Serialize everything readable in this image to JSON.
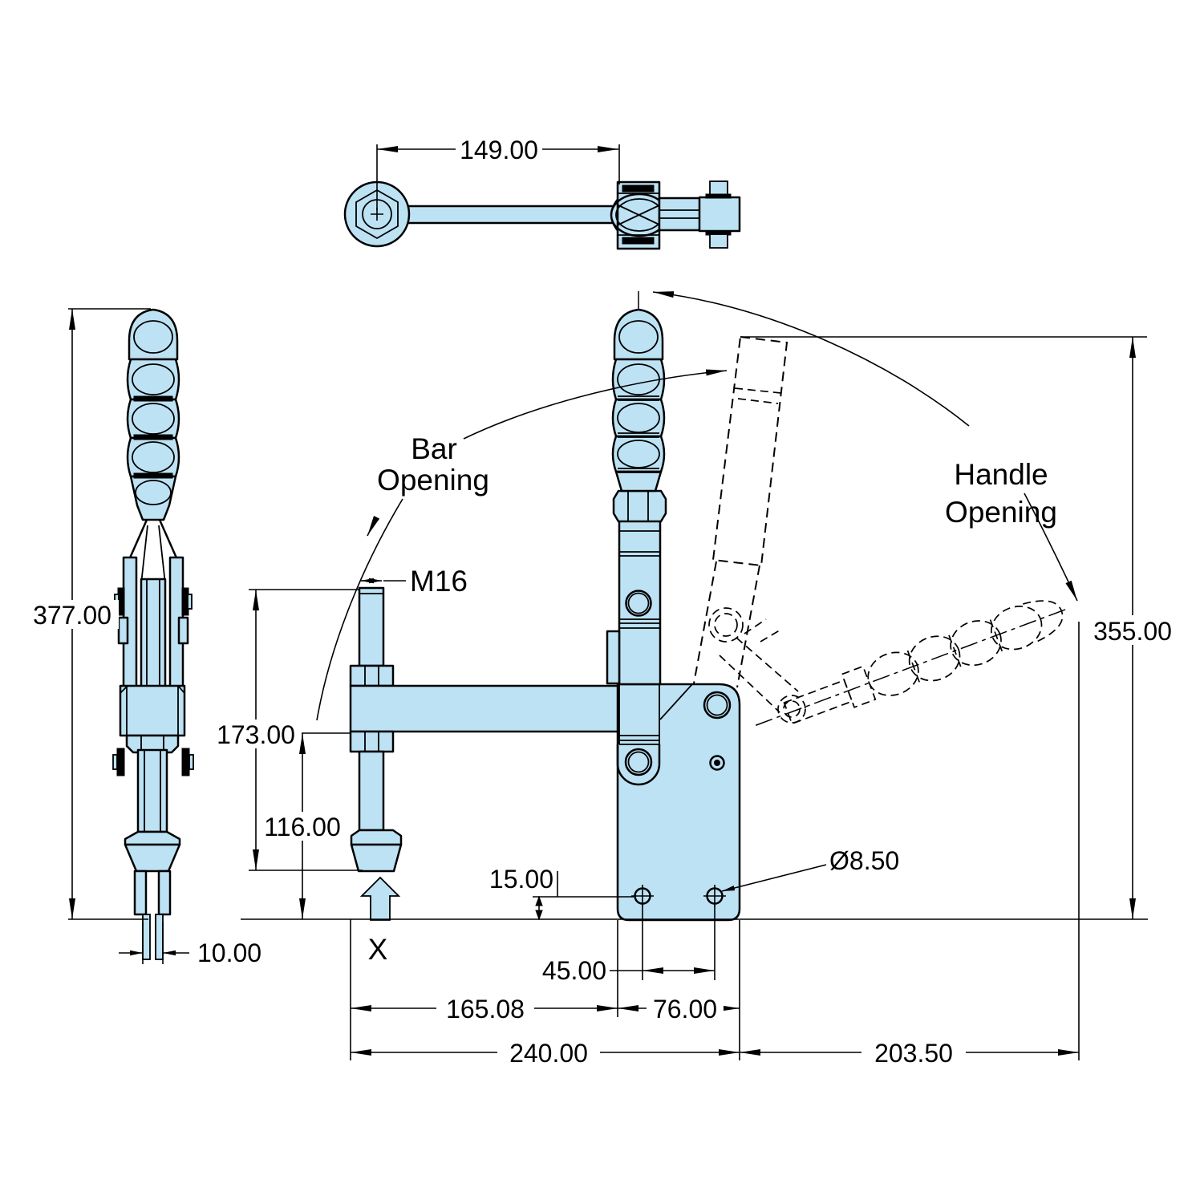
{
  "drawing_type": "toggle-clamp technical dimension drawing",
  "colors": {
    "part_fill": "#BDE2F4",
    "line": "#000000",
    "background": "#FFFFFF"
  },
  "labels": {
    "bar_opening_line1": "Bar",
    "bar_opening_line2": "Opening",
    "handle_opening_line1": "Handle",
    "handle_opening_line2": "Opening",
    "datum_point": "X",
    "thread_size": "M16",
    "mount_hole_diameter": "Ø8.50"
  },
  "dimensions": {
    "arm_pivot_distance": "149.00",
    "overall_height": "377.00",
    "stem_width": "10.00",
    "spindle_length": "173.00",
    "under_bar_height": "116.00",
    "mount_hole_offset": "15.00",
    "mount_hole_spacing": "45.00",
    "bar_reach": "165.08",
    "body_width": "76.00",
    "base_span": "240.00",
    "open_handle_reach": "203.50",
    "open_handle_height": "355.00"
  }
}
